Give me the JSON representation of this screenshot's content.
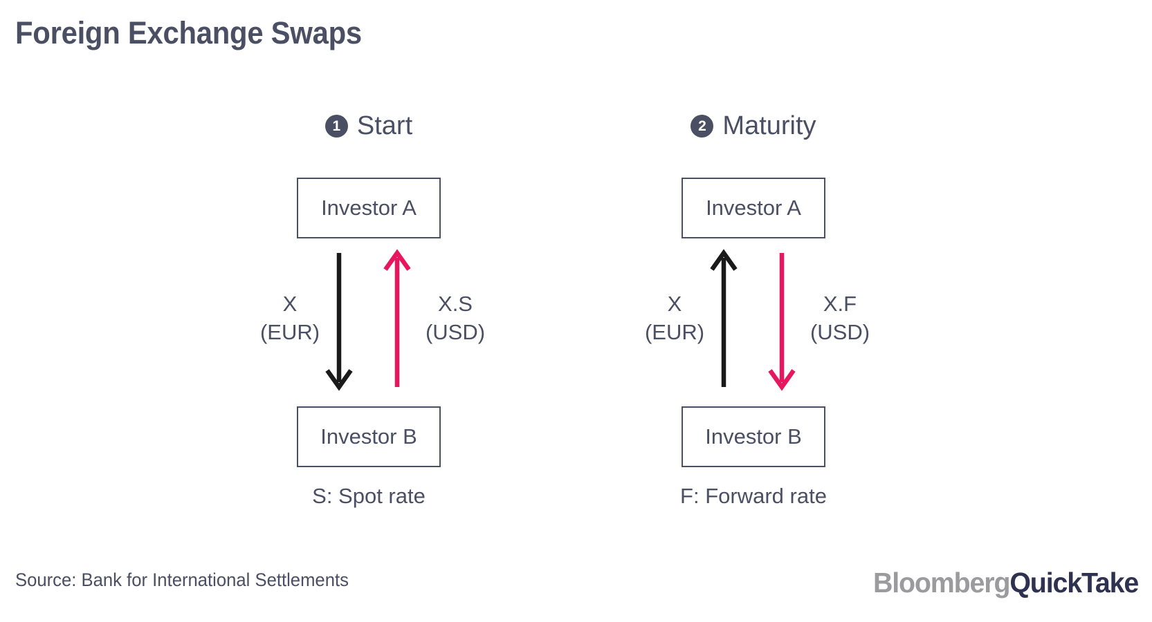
{
  "page": {
    "title": "Foreign Exchange Swaps",
    "background": "#ffffff",
    "text_color": "#4b4f63",
    "accent_pink": "#e8175d",
    "accent_black": "#1a1a1a"
  },
  "panels": [
    {
      "step_number": "1",
      "title": "Start",
      "top_node": "Investor A",
      "bottom_node": "Investor B",
      "left_arrow": {
        "direction": "down",
        "color": "#1a1a1a",
        "amount": "X",
        "currency": "(EUR)"
      },
      "right_arrow": {
        "direction": "up",
        "color": "#e8175d",
        "amount": "X.S",
        "currency": "(USD)"
      },
      "rate_caption": "S: Spot rate"
    },
    {
      "step_number": "2",
      "title": "Maturity",
      "top_node": "Investor A",
      "bottom_node": "Investor B",
      "left_arrow": {
        "direction": "up",
        "color": "#1a1a1a",
        "amount": "X",
        "currency": "(EUR)"
      },
      "right_arrow": {
        "direction": "down",
        "color": "#e8175d",
        "amount": "X.F",
        "currency": "(USD)"
      },
      "rate_caption": "F: Forward rate"
    }
  ],
  "footer": {
    "source": "Source: Bank for International Settlements",
    "logo_part1": "Bloomberg",
    "logo_part2": "QuickTake",
    "logo_part1_color": "#9b9b9e",
    "logo_part2_color": "#2e3250"
  }
}
